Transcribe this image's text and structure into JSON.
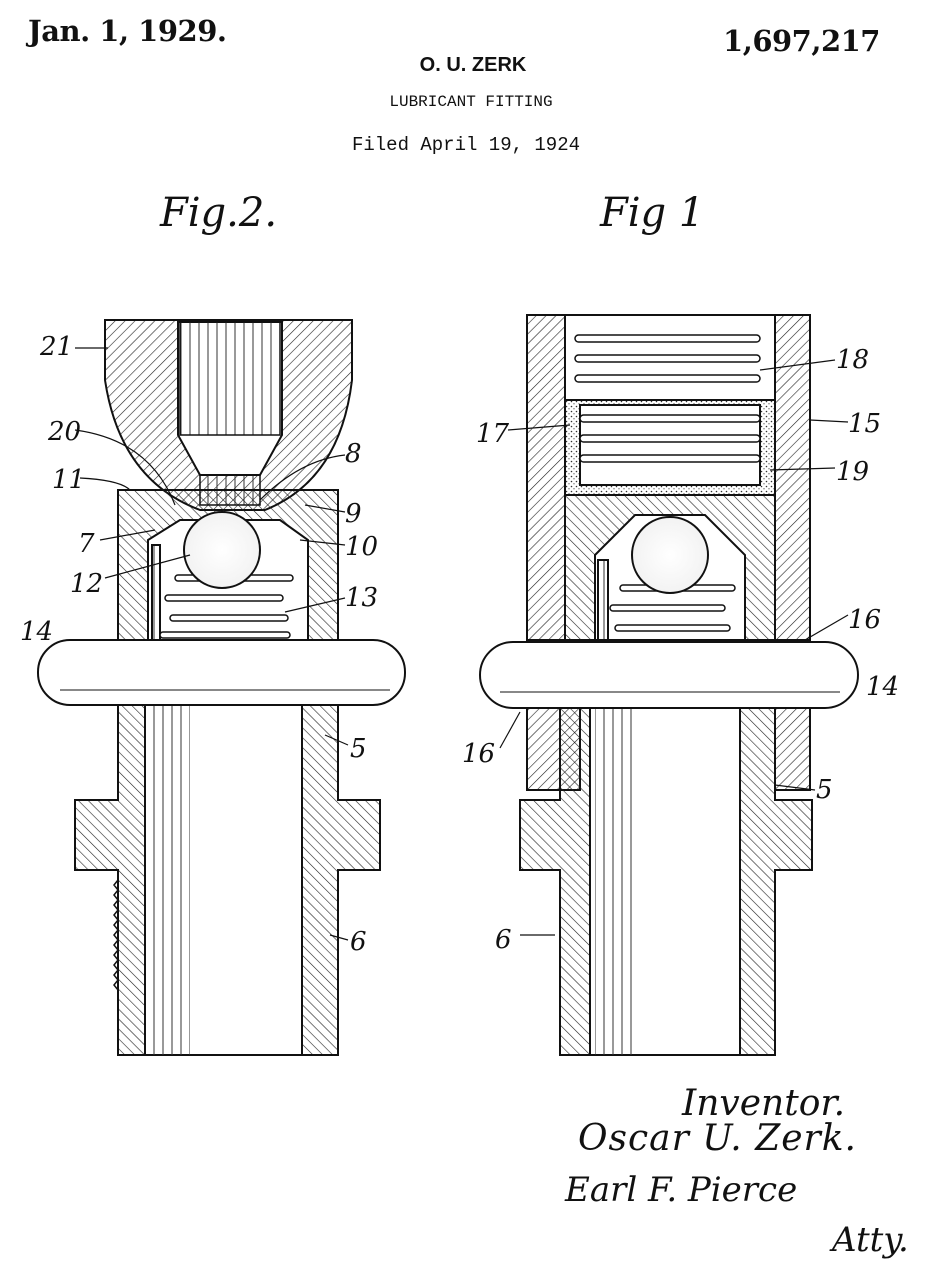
{
  "header": {
    "date": "Jan. 1, 1929.",
    "patent_number": "1,697,217",
    "inventor": "O. U. ZERK",
    "title": "LUBRICANT FITTING",
    "filed": "Filed April 19, 1924"
  },
  "figures": {
    "fig2_label": "Fig.2.",
    "fig1_label": "Fig 1"
  },
  "reference_numerals": {
    "fig2": [
      "21",
      "20",
      "11",
      "7",
      "12",
      "14",
      "8",
      "9",
      "10",
      "13",
      "5",
      "6"
    ],
    "fig1": [
      "18",
      "17",
      "15",
      "19",
      "16",
      "14",
      "16",
      "5",
      "6"
    ]
  },
  "signature": {
    "inventor_label": "Inventor.",
    "inventor_name": "Oscar U. Zerk.",
    "attorney_name": "Earl F. Pierce",
    "attorney_label": "Atty."
  }
}
